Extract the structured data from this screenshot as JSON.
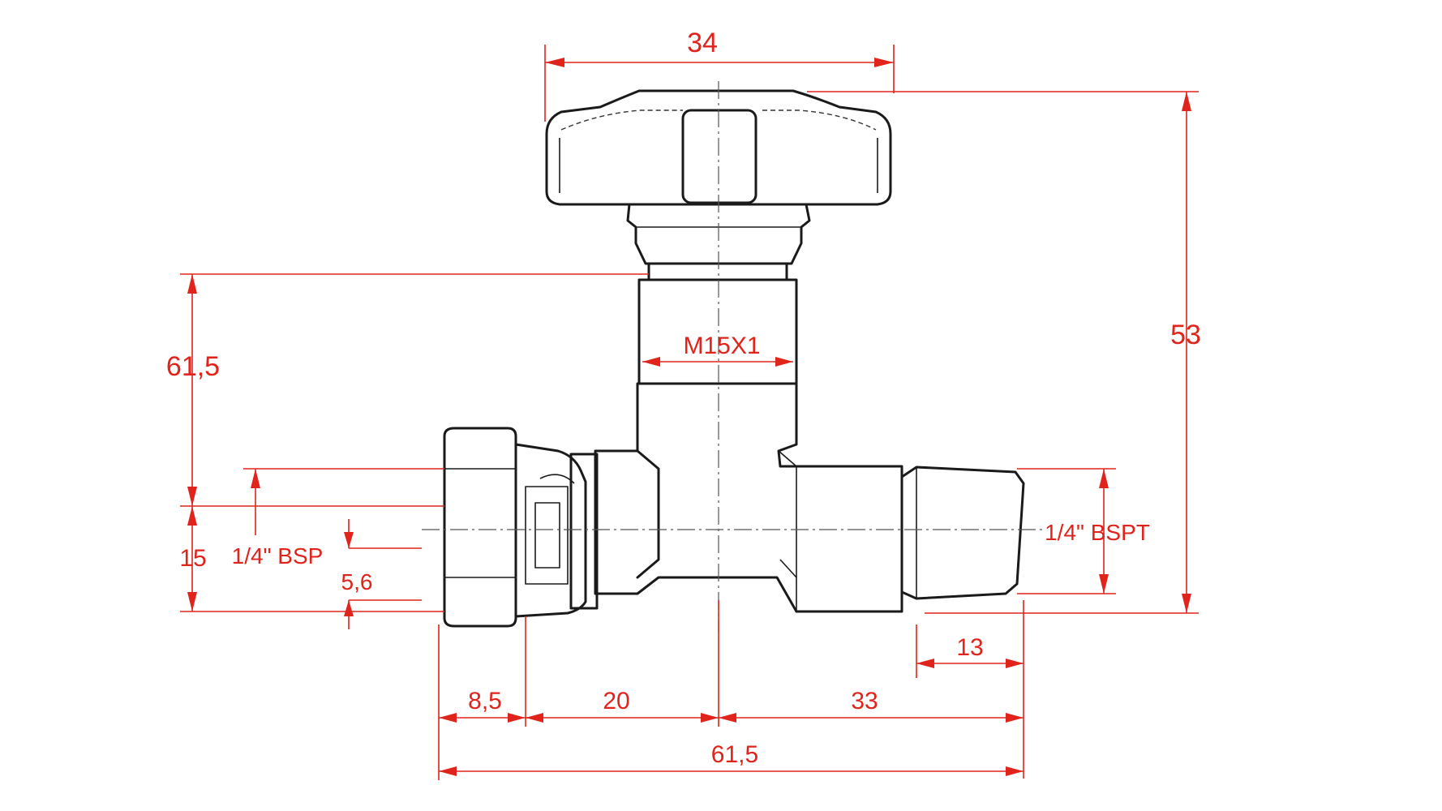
{
  "colors": {
    "dimension": "#e0241c",
    "outline": "#1a1a1a",
    "background": "#ffffff"
  },
  "dimensions": {
    "handle_width": "34",
    "overall_height": "53",
    "stem_thread": "M15X1",
    "height_to_stem": "61,5",
    "port_offset": "15",
    "inlet_thread": "1/4\" BSP",
    "outlet_thread": "1/4\" BSPT",
    "bore": "5,6",
    "outlet_thread_length": "13",
    "nut_width": "8,5",
    "inlet_to_axis": "20",
    "axis_to_outlet": "33",
    "overall_length": "61,5"
  }
}
